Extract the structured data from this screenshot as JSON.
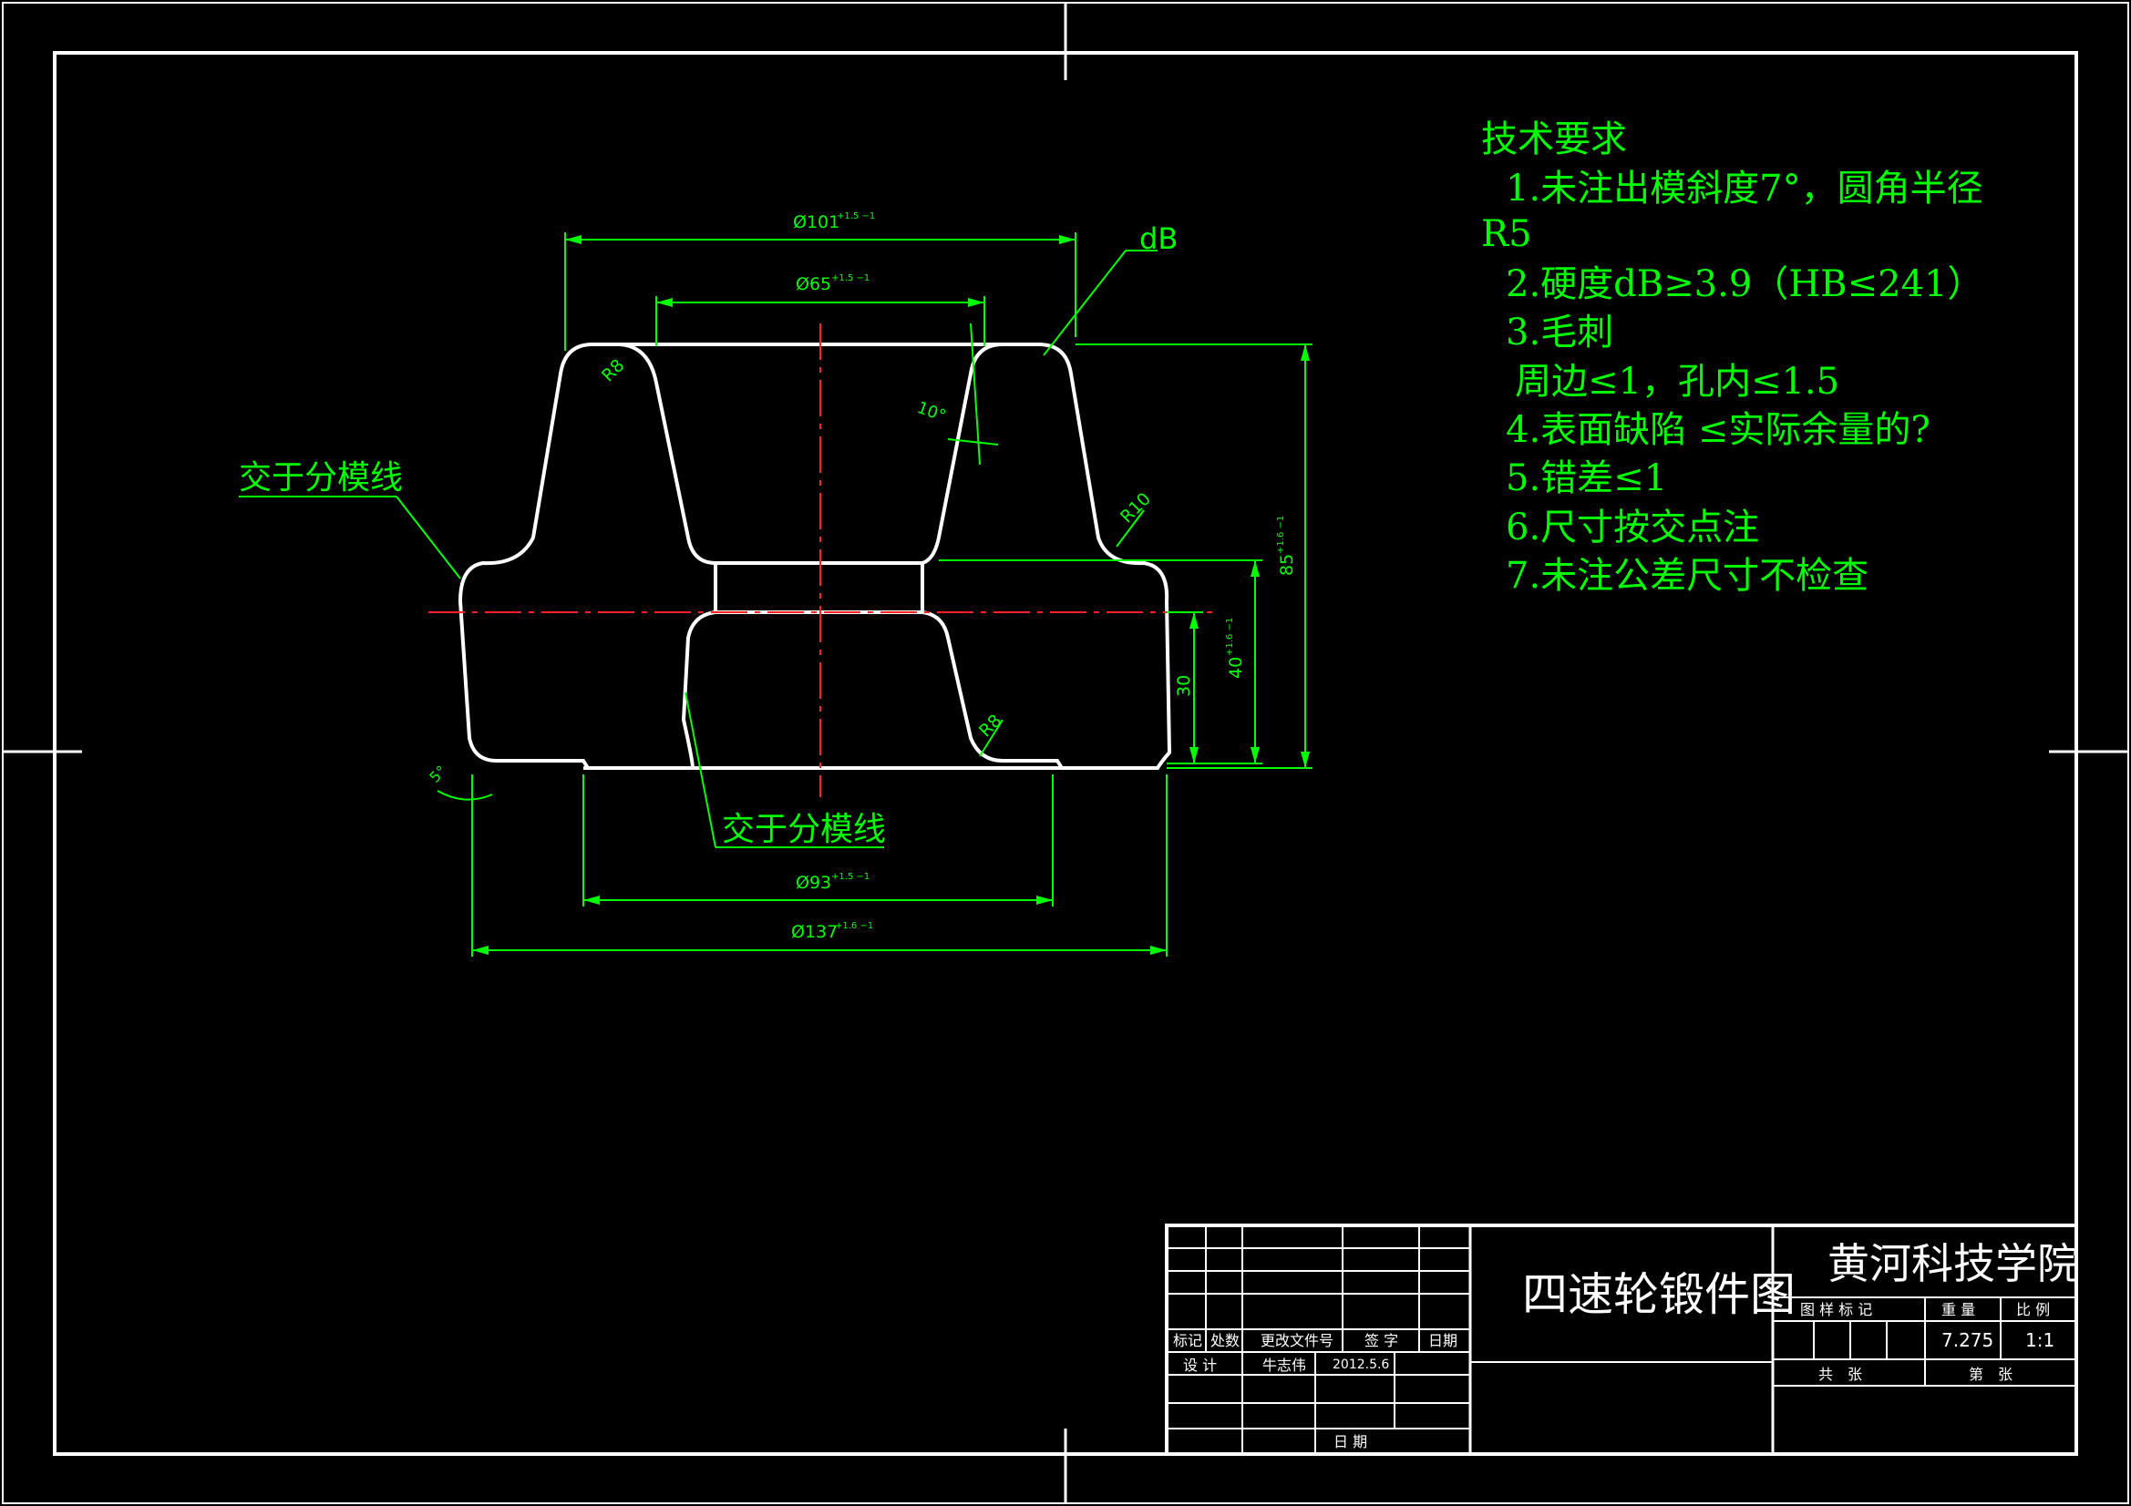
{
  "drawing": {
    "callout_parting_line_1": "交于分模线",
    "callout_parting_line_2": "交于分模线",
    "callout_db": "dB",
    "dims": {
      "d101": "Ø101",
      "d101_tol": "+1.5 −1",
      "d65": "Ø65",
      "d65_tol": "+1.5 −1",
      "d93": "Ø93",
      "d93_tol": "+1.5 −1",
      "d137": "Ø137",
      "d137_tol": "+1.6 −1",
      "h85": "85",
      "h85_tol": "+1.6 −1",
      "h40": "40",
      "h40_tol": "+1.6 −1",
      "h30": "30",
      "r8_top": "R8",
      "r8_bottom": "R8",
      "r10": "R10",
      "angle10": "10°",
      "angle5": "5°"
    }
  },
  "requirements": {
    "title": "技术要求",
    "lines": [
      "1.未注出模斜度7°，圆角半径",
      "R5",
      "2.硬度dB≥3.9（HB≤241）",
      "3.毛刺",
      "周边≤1，孔内≤1.5",
      "4.表面缺陷 ≤实际余量的?",
      "5.错差≤1",
      "6.尺寸按交点注",
      "7.未注公差尺寸不检查"
    ]
  },
  "title_block": {
    "drawing_name": "四速轮锻件图",
    "school": "黄河科技学院",
    "col_mark": "标记",
    "col_count": "处数",
    "col_change": "更改文件号",
    "col_sign": "签 字",
    "col_date": "日期",
    "design_label": "设 计",
    "designer": "牛志伟",
    "design_date": "2012.5.6",
    "date_label": "日 期",
    "sample_mark_label": "图 样 标 记",
    "weight_label": "重 量",
    "scale_label": "比 例",
    "weight_value": "7.275",
    "scale_value": "1:1",
    "total_label": "共　张",
    "sheet_label": "第　张"
  },
  "colors": {
    "background": "#000000",
    "outline": "#ffffff",
    "dimension": "#00ff00",
    "centerline": "#ff2020"
  }
}
